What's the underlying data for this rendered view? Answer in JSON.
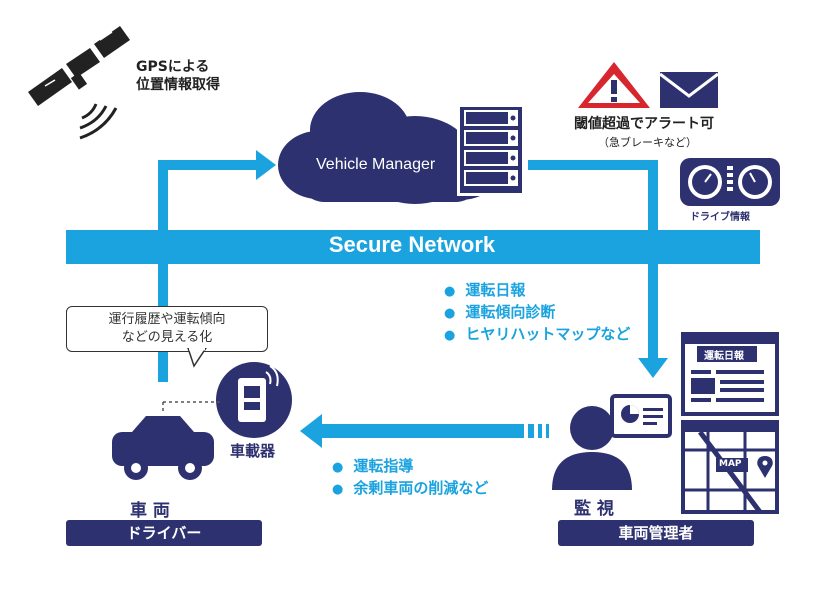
{
  "gps": {
    "line1": "GPSによる",
    "line2": "位置情報取得"
  },
  "cloud": {
    "label": "Vehicle Manager"
  },
  "network": {
    "label": "Secure Network"
  },
  "alert": {
    "title": "閾値超過でアラート可",
    "sub": "（急ブレーキなど）"
  },
  "drive_info": {
    "label": "ドライブ情報"
  },
  "down_items": [
    "運転日報",
    "運転傾向診断",
    "ヒヤリハットマップなど"
  ],
  "bubble": {
    "line1": "運行履歴や運転傾向",
    "line2": "などの見える化"
  },
  "device": {
    "label": "車載器"
  },
  "left_items": [
    "運転指導",
    "余剰車両の削減など"
  ],
  "car": {
    "label": "車 両"
  },
  "driver": {
    "label": "ドライバー"
  },
  "monitor": {
    "label": "監 視"
  },
  "manager": {
    "label": "車両管理者"
  },
  "report": {
    "title": "運転日報"
  },
  "map": {
    "label": "MAP"
  },
  "colors": {
    "navy": "#2e316f",
    "cyan": "#1aa3de",
    "alert_red": "#d7262d"
  }
}
